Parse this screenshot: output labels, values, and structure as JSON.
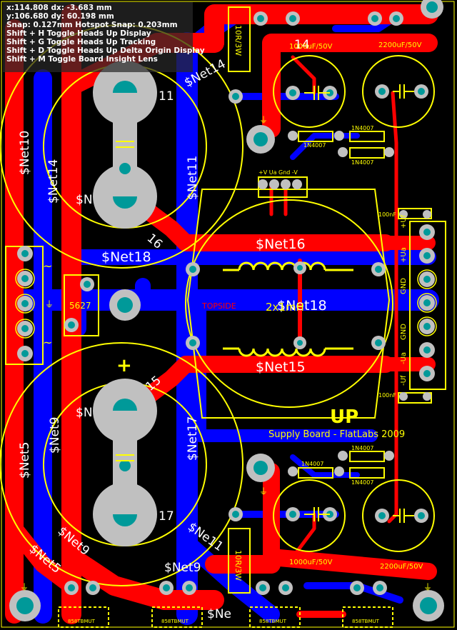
{
  "colors": {
    "background": "#000000",
    "top_copper": "#ff0000",
    "bottom_copper": "#0000ff",
    "silkscreen": "#ffff00",
    "pad": "#c0c0c0",
    "pad_hole": "#009999",
    "net_label": "#ffffff"
  },
  "hud": {
    "coord_line1": "x:114.808   dx: -3.683  mm",
    "coord_line2": "y:106.680   dy: 60.198  mm",
    "snap_line": "Snap: 0.127mm Hotspot Snap: 0.203mm",
    "shortcuts": [
      "Shift + H  Toggle Heads Up Display",
      "Shift + G  Toggle Heads Up Tracking",
      "Shift + D  Toggle Heads Up Delta Origin Display",
      "Shift + M  Toggle Board Insight Lens"
    ]
  },
  "board": {
    "layer_label": "TOPSIDE",
    "logo": "UP",
    "title": "Supply Board - FlatLabs 2009",
    "inductor_value": "2x1mH",
    "resistor_value": "10R/3W",
    "cap_value_large": "2200uF/50V",
    "cap_value_small": "1000uF/50V",
    "diode_part": "1N4007",
    "small_cap_value": "100nF",
    "ic_label": "5627",
    "header_label": "+V Ua Gnd -V",
    "connector_labels": [
      "+Uf",
      "+Ua",
      "GND",
      "GND",
      "-Ua",
      "-Uf"
    ],
    "ground_symbol": "⏚",
    "plus_mark": "+",
    "tilde_symbol": "~",
    "bridge_text": "858TBMUT",
    "net_labels": {
      "net14": "$Net14",
      "net10": "$Net10",
      "net11": "$Net11",
      "net16": "$Net16",
      "net18": "$Net18",
      "net15": "$Net15",
      "net17": "$Net17",
      "net5": "$Net5",
      "net9": "$Net9",
      "net_partial_n": "$N",
      "net_partial_ne": "$Ne",
      "net_frag_11": "11",
      "net_frag_16": "16",
      "net_frag_15": "15",
      "net_frag_17": "17",
      "net_frag_14": "14",
      "net_frag_ne11": "$Ne11",
      "net_frag_18": "$Net18"
    }
  }
}
